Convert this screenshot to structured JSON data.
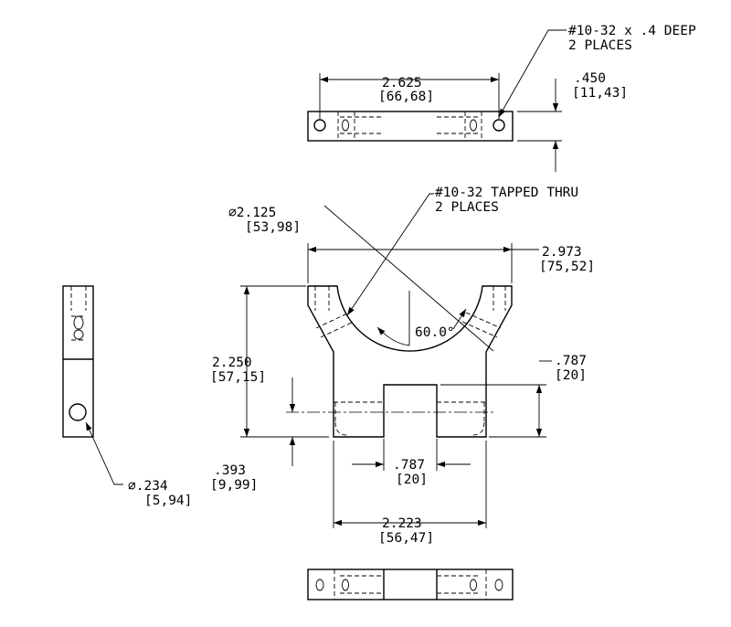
{
  "dims": {
    "tap_depth": {
      "line1": "#10-32 x .4 DEEP",
      "line2": "2 PLACES"
    },
    "top_width": {
      "value": "2.625",
      "metric": "[66,68]"
    },
    "top_thick": {
      "value": ".450",
      "metric": "[11,43]"
    },
    "tapped_thru": {
      "line1": "#10-32 TAPPED THRU",
      "line2": "2 PLACES"
    },
    "bore_dia": {
      "value": "⌀2.125",
      "metric": "[53,98]"
    },
    "overall_width": {
      "value": "2.973",
      "metric": "[75,52]"
    },
    "angle": {
      "value": "60.0°"
    },
    "height": {
      "value": "2.250",
      "metric": "[57,15]"
    },
    "slot_height": {
      "value": ".787",
      "metric": "[20]"
    },
    "base_offset": {
      "value": ".393",
      "metric": "[9,99]"
    },
    "slot_width": {
      "value": ".787",
      "metric": "[20]"
    },
    "base_width": {
      "value": "2.223",
      "metric": "[56,47]"
    },
    "side_hole": {
      "value": "⌀.234",
      "metric": "[5,94]"
    }
  }
}
